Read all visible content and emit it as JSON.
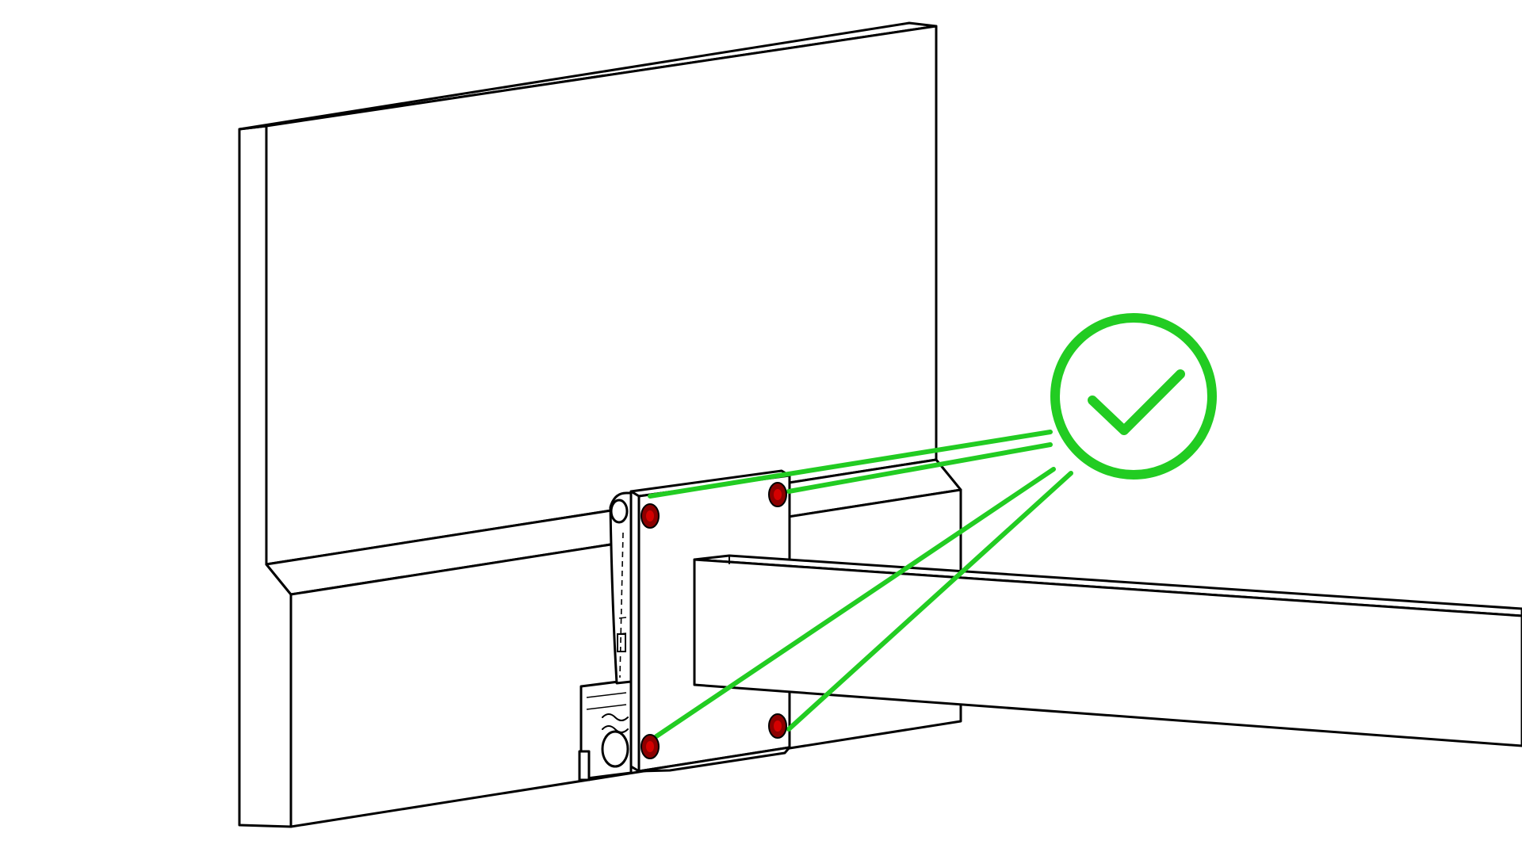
{
  "illustration": {
    "subject": "monitor-back-with-vesa-mount-arm",
    "colors": {
      "background": "#ffffff",
      "line_art": "#000000",
      "callout": "#22cc22",
      "screw_fill": "#8b0000",
      "screw_center": "#d40000"
    },
    "callout": {
      "icon": "check-circle-icon",
      "state": "correct"
    },
    "screws": {
      "count": 4,
      "icon": "screw-icon"
    }
  }
}
